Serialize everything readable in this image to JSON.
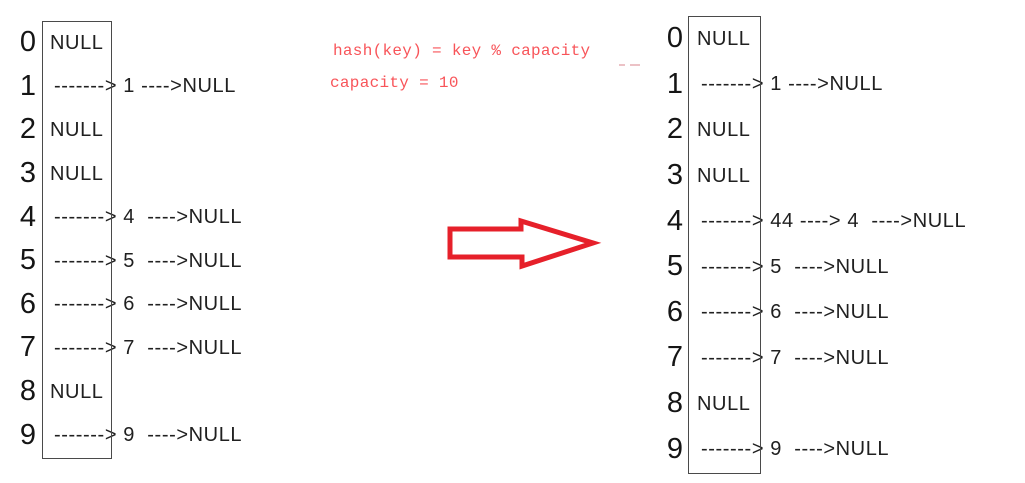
{
  "annotation": {
    "formula": "hash(key) = key % capacity",
    "capacity": "capacity = 10",
    "color": "#f85459"
  },
  "arrow": {
    "direction": "right",
    "color": "#e6202a"
  },
  "tables": {
    "before": {
      "rows": [
        {
          "index": "0",
          "text": "NULL"
        },
        {
          "index": "1",
          "text": "-------> 1 ---->NULL"
        },
        {
          "index": "2",
          "text": "NULL"
        },
        {
          "index": "3",
          "text": "NULL"
        },
        {
          "index": "4",
          "text": "-------> 4  ---->NULL"
        },
        {
          "index": "5",
          "text": "-------> 5  ---->NULL"
        },
        {
          "index": "6",
          "text": "-------> 6  ---->NULL"
        },
        {
          "index": "7",
          "text": "-------> 7  ---->NULL"
        },
        {
          "index": "8",
          "text": "NULL"
        },
        {
          "index": "9",
          "text": "-------> 9  ---->NULL"
        }
      ]
    },
    "after": {
      "rows": [
        {
          "index": "0",
          "text": "NULL"
        },
        {
          "index": "1",
          "text": "-------> 1 ---->NULL"
        },
        {
          "index": "2",
          "text": "NULL"
        },
        {
          "index": "3",
          "text": "NULL"
        },
        {
          "index": "4",
          "text": "-------> 44 ----> 4  ---->NULL"
        },
        {
          "index": "5",
          "text": "-------> 5  ---->NULL"
        },
        {
          "index": "6",
          "text": "-------> 6  ---->NULL"
        },
        {
          "index": "7",
          "text": "-------> 7  ---->NULL"
        },
        {
          "index": "8",
          "text": "NULL"
        },
        {
          "index": "9",
          "text": "-------> 9  ---->NULL"
        }
      ]
    }
  }
}
